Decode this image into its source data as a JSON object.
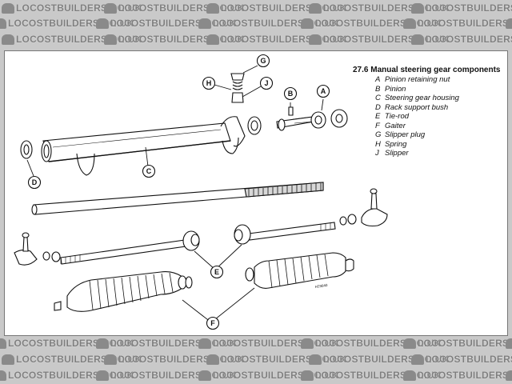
{
  "watermark": {
    "text": "LOCOSTBUILDERS.CO.UK"
  },
  "legend": {
    "title": "27.6 Manual steering gear components",
    "items": [
      {
        "letter": "A",
        "label": "Pinion retaining nut"
      },
      {
        "letter": "B",
        "label": "Pinion"
      },
      {
        "letter": "C",
        "label": "Steering gear housing"
      },
      {
        "letter": "D",
        "label": "Rack support bush"
      },
      {
        "letter": "E",
        "label": "Tie-rod"
      },
      {
        "letter": "F",
        "label": "Gaiter"
      },
      {
        "letter": "G",
        "label": "Slipper plug"
      },
      {
        "letter": "H",
        "label": "Spring"
      },
      {
        "letter": "J",
        "label": "Slipper"
      }
    ]
  },
  "callouts": [
    "G",
    "H",
    "J",
    "B",
    "A",
    "C",
    "D",
    "E",
    "F"
  ],
  "figure_code": "H29040",
  "colors": {
    "background": "#c9c9c9",
    "panel": "#ffffff",
    "ink": "#111111",
    "watermark": "#7e7e7e"
  }
}
